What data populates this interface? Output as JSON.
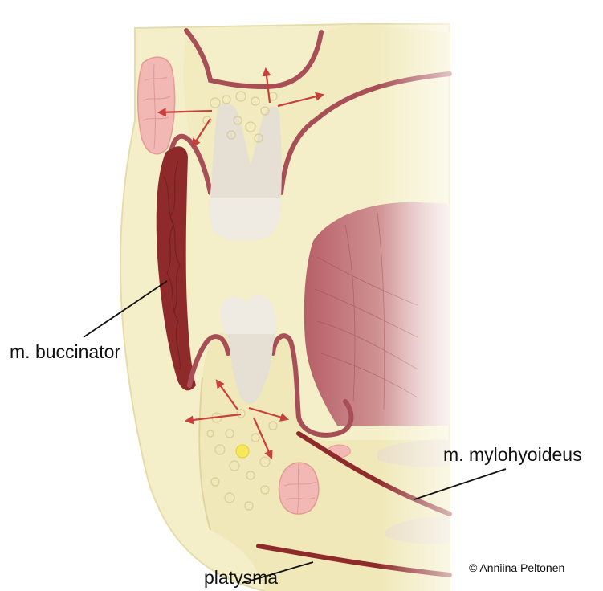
{
  "labels": {
    "buccinator": "m. buccinator",
    "mylohyoideus": "m. mylohyoideus",
    "platysma": "platysma",
    "copyright": "© Anniina Peltonen"
  },
  "colors": {
    "bone": "#f3ecc0",
    "bone_outline": "#e2d8a4",
    "mucosa": "#a74e56",
    "muscle": "#8e2a2a",
    "arrow": "#c8403c",
    "tooth": "#e2dbcf",
    "gland": "#f1b8b4",
    "tongue": "#b8686e"
  }
}
